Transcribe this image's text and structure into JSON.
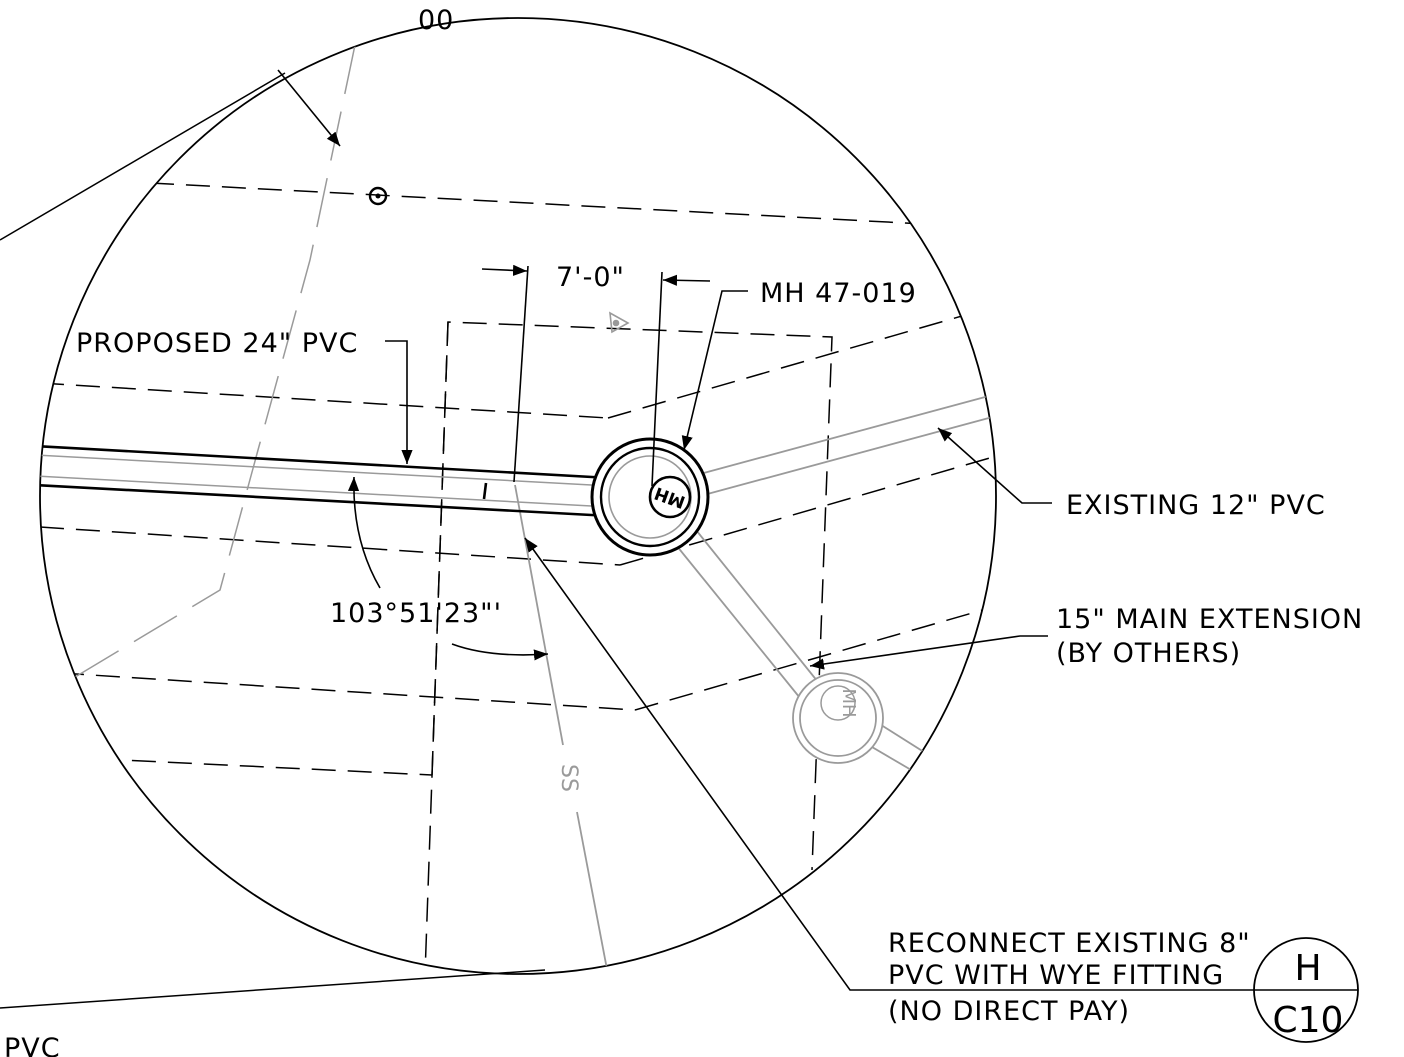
{
  "labels": {
    "dimension": "7'-0\"",
    "manhole_id": "MH 47-019",
    "proposed_pipe": "PROPOSED 24\" PVC",
    "existing_pipe": "EXISTING 12\" PVC",
    "angle": "103°51'23\"'",
    "main_extension_1": "15\" MAIN EXTENSION",
    "main_extension_2": "(BY OTHERS)",
    "reconnect_1": "RECONNECT EXISTING 8\"",
    "reconnect_2": "PVC WITH WYE FITTING",
    "reconnect_3": "(NO DIRECT PAY)",
    "ss": "SS",
    "mh_existing": "MH",
    "mh_proposed": "MH",
    "top_partial": "00",
    "bottom_partial": "PVC"
  },
  "detail_tag": {
    "letter": "H",
    "sheet": "C10"
  },
  "colors": {
    "line": "#000000",
    "grey": "#9a9a9a"
  }
}
